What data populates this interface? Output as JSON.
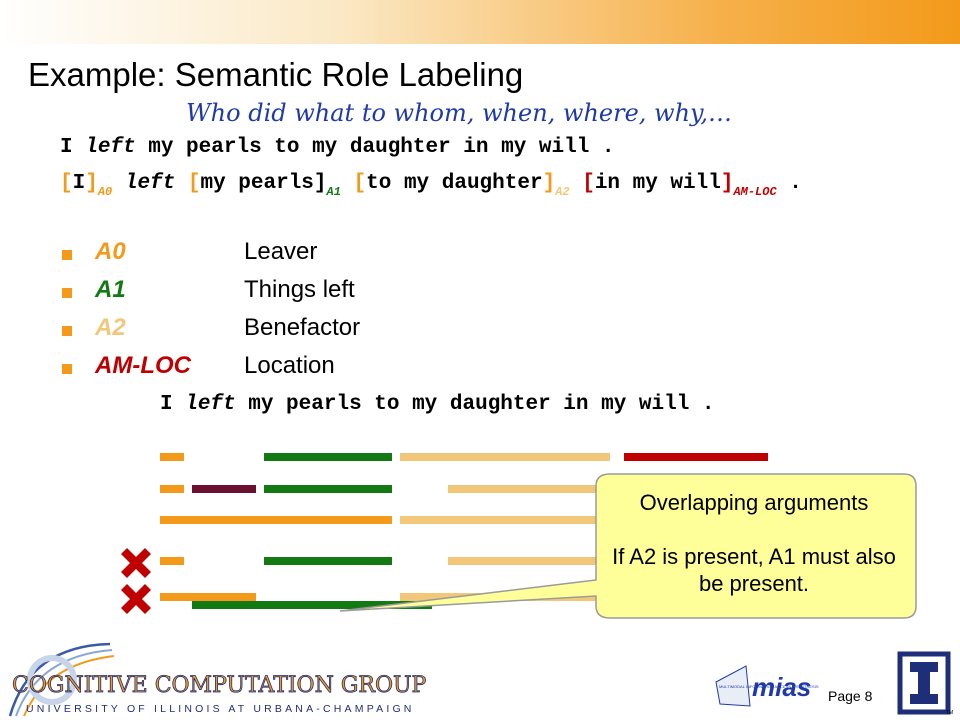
{
  "title": "Example: Semantic Role Labeling",
  "subtitle": "Who did what to whom, when, where, why,…",
  "sentence": {
    "w1": "I",
    "w2": "left",
    "w3": "my pearls to my daughter in my will ."
  },
  "annotated": {
    "a0_text": "I",
    "a0_tag": "A0",
    "verb": "left",
    "a1_text": "my pearls",
    "a1_tag": "A1",
    "a2_text": "to my daughter",
    "a2_tag": "A2",
    "loc_text": "in my will",
    "loc_tag": "AM-LOC",
    "period": "."
  },
  "roles": [
    {
      "label": "A0",
      "desc": "Leaver",
      "color": "#f39a1a"
    },
    {
      "label": "A1",
      "desc": "Things left",
      "color": "#137a13"
    },
    {
      "label": "A2",
      "desc": "Benefactor",
      "color": "#f3c77a"
    },
    {
      "label": "AM-LOC",
      "desc": "Location",
      "color": "#c00000"
    }
  ],
  "callout": {
    "line1": "Overlapping arguments",
    "line2": "If A2 is present, A1 must also be present."
  },
  "logo": {
    "name": "COGNITIVE COMPUTATION GROUP",
    "university": "UNIVERSITY OF ILLINOIS AT URBANA-CHAMPAIGN",
    "mias": "mias",
    "mias_sub": "MULTIMODAL INFORMATION ACCESS & SYNTHESIS"
  },
  "page_label": "Page 8",
  "colors": {
    "orange": "#f39a1a",
    "green": "#137a13",
    "light_orange": "#f3c77a",
    "red": "#c00000",
    "maroon": "#6b1030",
    "blue": "#1f3aa8",
    "cross": "#c00000"
  }
}
